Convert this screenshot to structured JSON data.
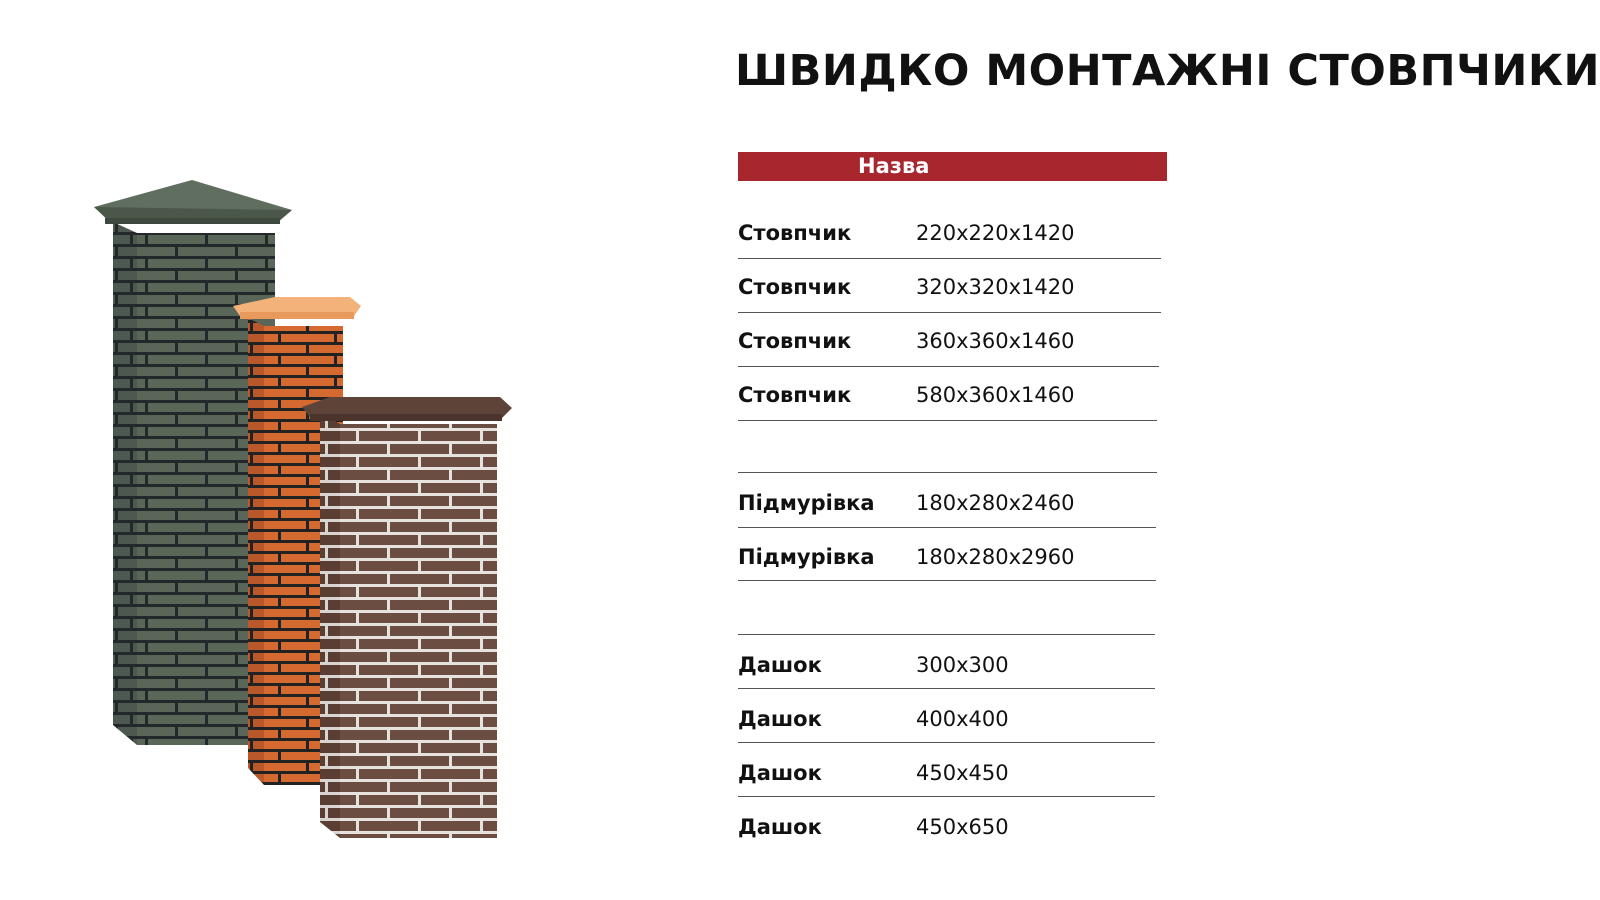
{
  "title": "ШВИДКО МОНТАЖНІ СТОВПЧИКИ",
  "table": {
    "header": "Назва",
    "groups": [
      {
        "rows": [
          {
            "name": "Стовпчик",
            "size": "220x220x1420"
          },
          {
            "name": "Стовпчик",
            "size": "320x320x1420"
          },
          {
            "name": "Стовпчик",
            "size": "360x360x1460"
          },
          {
            "name": "Стовпчик",
            "size": "580x360x1460"
          }
        ]
      },
      {
        "rows": [
          {
            "name": "Підмурівка",
            "size": "180x280x2460"
          },
          {
            "name": "Підмурівка",
            "size": "180x280x2960"
          }
        ]
      },
      {
        "rows": [
          {
            "name": "Дашок",
            "size": "300x300"
          },
          {
            "name": "Дашок",
            "size": "400x400"
          },
          {
            "name": "Дашок",
            "size": "450x450"
          },
          {
            "name": "Дашок",
            "size": "450x650"
          }
        ]
      }
    ]
  },
  "colors": {
    "accent": "#a8262e",
    "pillar_green": "#596658",
    "pillar_orange": "#c8652d",
    "pillar_brown": "#6b4b3e"
  }
}
